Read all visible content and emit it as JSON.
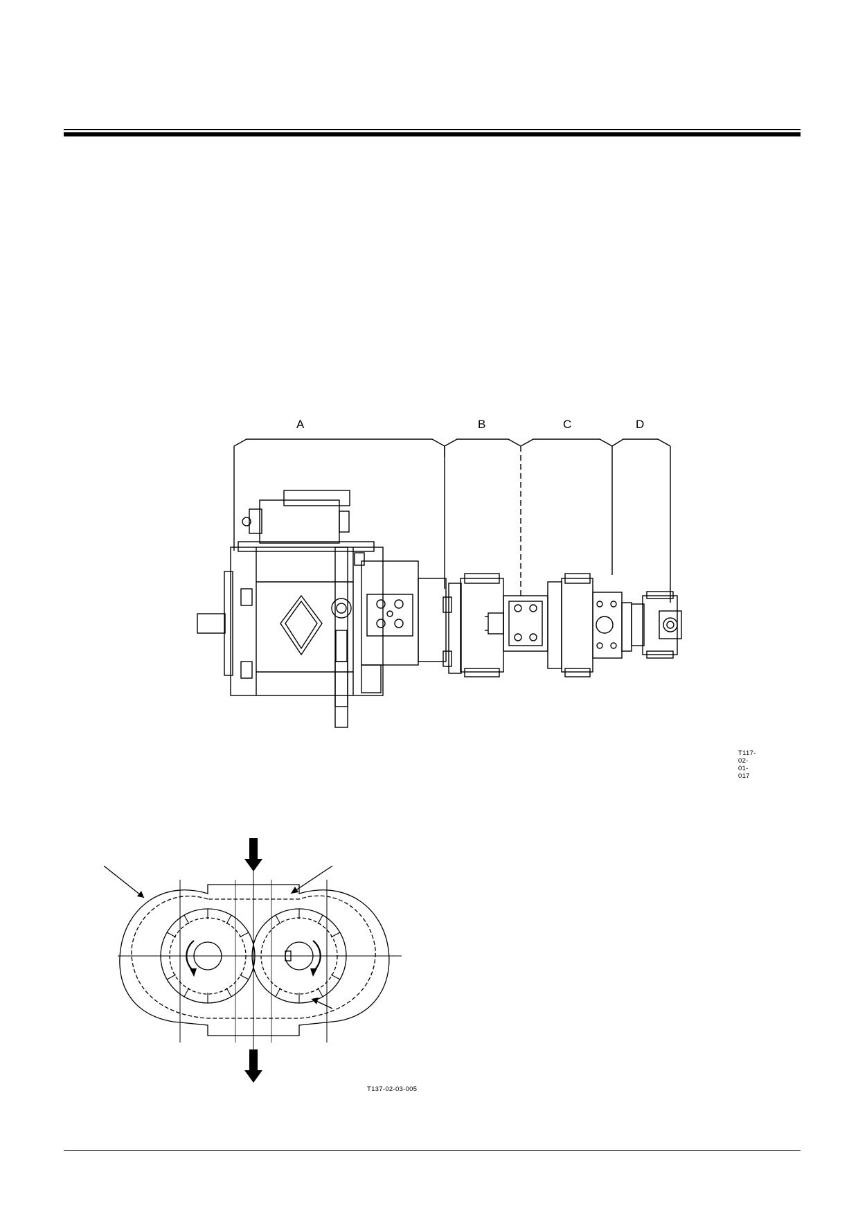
{
  "figure_pump_assembly": {
    "labels": [
      "A",
      "B",
      "C",
      "D"
    ],
    "code": "T117-02-01-017"
  },
  "figure_gear_pump": {
    "code": "T137-02-03-005"
  }
}
